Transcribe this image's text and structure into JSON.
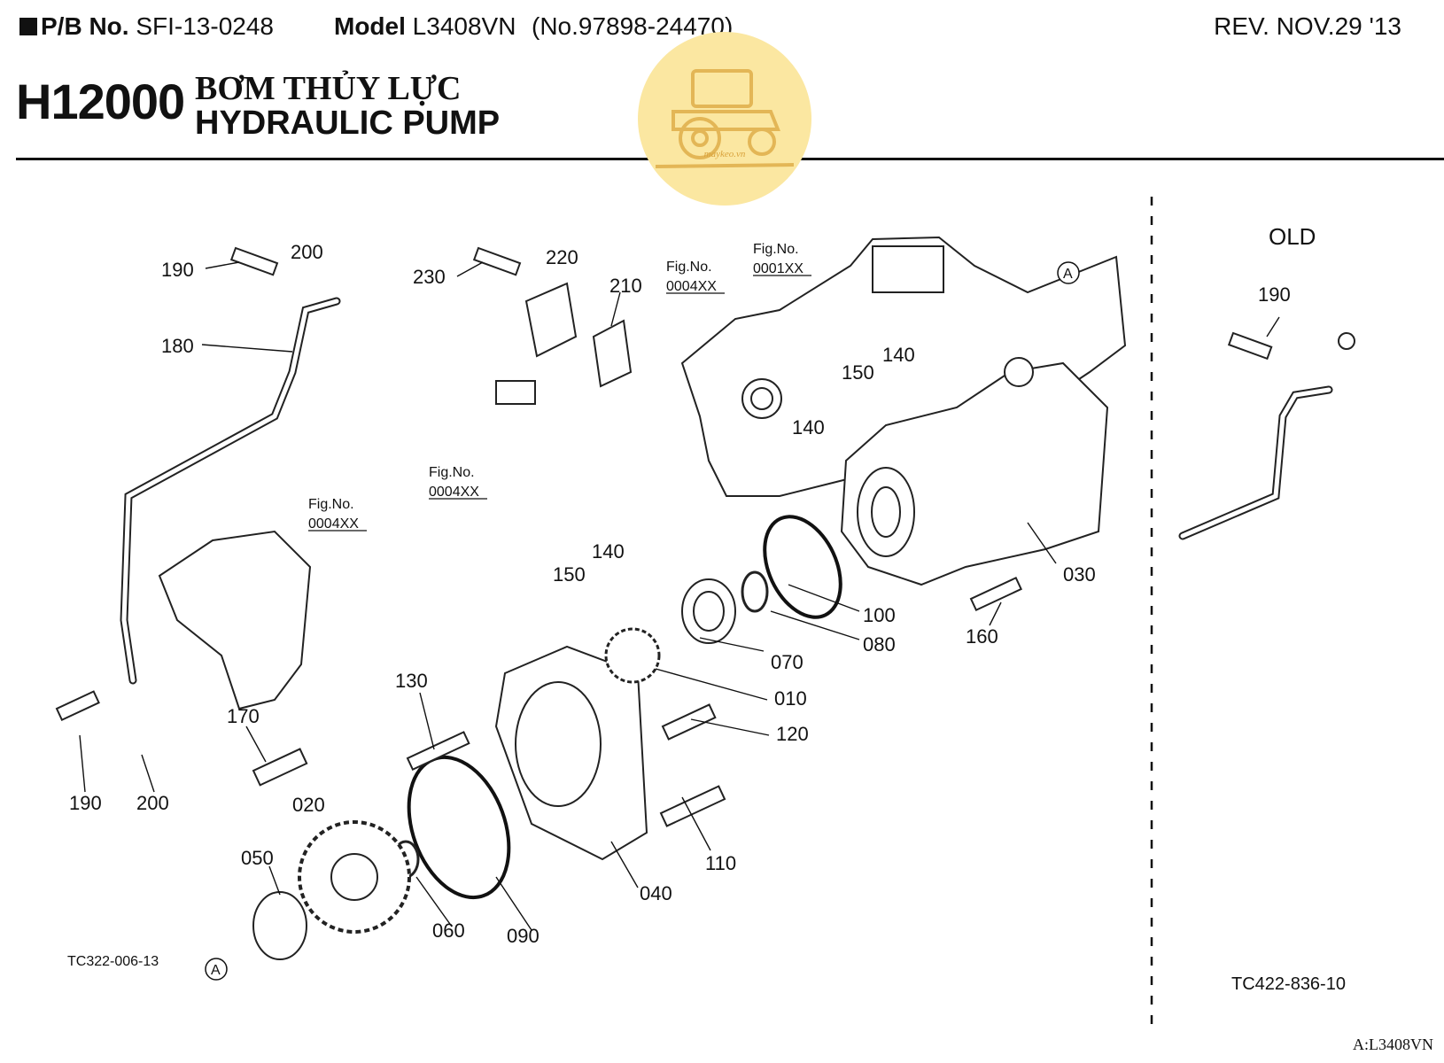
{
  "header": {
    "pb_label": "P/B No.",
    "pb_value": "SFI-13-0248",
    "model_label": "Model",
    "model_value": "L3408VN",
    "model_no": "(No.97898-24470)",
    "revision": "REV. NOV.29 '13"
  },
  "title": {
    "code": "H12000",
    "vietnamese": "BƠM THỦY LỰC",
    "english": "HYDRAULIC PUMP"
  },
  "watermark": {
    "text": "maykeo.vn",
    "color": "#fbe7a1"
  },
  "diagram": {
    "part_labels": [
      "190",
      "200",
      "230",
      "220",
      "210",
      "180",
      "150",
      "140",
      "140",
      "140",
      "150",
      "100",
      "080",
      "070",
      "010",
      "030",
      "160",
      "130",
      "120",
      "170",
      "110",
      "020",
      "050",
      "060",
      "090",
      "040",
      "190",
      "200"
    ],
    "fig_refs": [
      {
        "line1": "Fig.No.",
        "line2": "0004XX"
      },
      {
        "line1": "Fig.No.",
        "line2": "0001XX"
      },
      {
        "line1": "Fig.No.",
        "line2": "0004XX"
      },
      {
        "line1": "Fig.No.",
        "line2": "0004XX"
      }
    ],
    "callout_marker": "A",
    "ref_code": "TC322-006-13"
  },
  "old_section": {
    "title": "OLD",
    "part_labels": [
      "190"
    ],
    "ref_code": "TC422-836-10"
  },
  "footer": {
    "text": "A:L3408VN"
  }
}
